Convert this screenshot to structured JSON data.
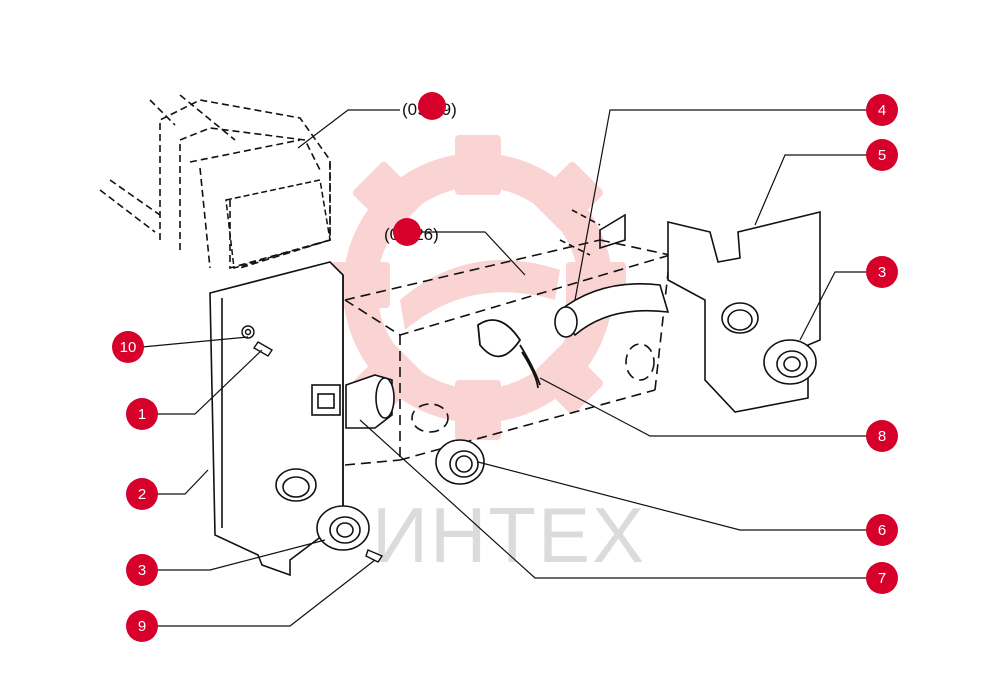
{
  "diagram": {
    "watermark_text": "ИНТЕХ",
    "reference_labels": [
      {
        "id": "ref-09-29",
        "text": "(09-29)"
      },
      {
        "id": "ref-09-26",
        "text": "(09-26)"
      }
    ],
    "callouts": [
      {
        "id": "c4",
        "label": "4"
      },
      {
        "id": "c5",
        "label": "5"
      },
      {
        "id": "c3r",
        "label": "3"
      },
      {
        "id": "c8",
        "label": "8"
      },
      {
        "id": "c6",
        "label": "6"
      },
      {
        "id": "c7",
        "label": "7"
      },
      {
        "id": "c10",
        "label": "10"
      },
      {
        "id": "c1",
        "label": "1"
      },
      {
        "id": "c2",
        "label": "2"
      },
      {
        "id": "c3l",
        "label": "3"
      },
      {
        "id": "c9",
        "label": "9"
      }
    ],
    "colors": {
      "callout_fill": "#d6002b",
      "watermark": "#f6b7b7",
      "line": "#111111"
    }
  }
}
